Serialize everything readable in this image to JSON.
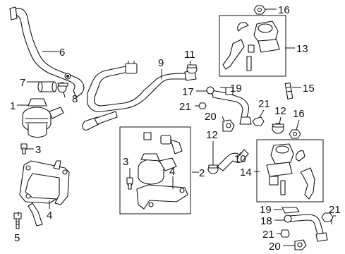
{
  "callouts": {
    "c1": "1",
    "c2": "2",
    "c3a": "3",
    "c3b": "3",
    "c4a": "4",
    "c4b": "4",
    "c5": "5",
    "c6": "6",
    "c7": "7",
    "c8": "8",
    "c9": "9",
    "c10": "10",
    "c11": "11",
    "c12a": "12",
    "c12b": "12",
    "c13": "13",
    "c14": "14",
    "c15": "15",
    "c16a": "16",
    "c16b": "16",
    "c17": "17",
    "c18": "18",
    "c19a": "19",
    "c19b": "19",
    "c20a": "20",
    "c20b": "20",
    "c21a": "21",
    "c21b": "21",
    "c21c": "21",
    "c21d": "21"
  }
}
